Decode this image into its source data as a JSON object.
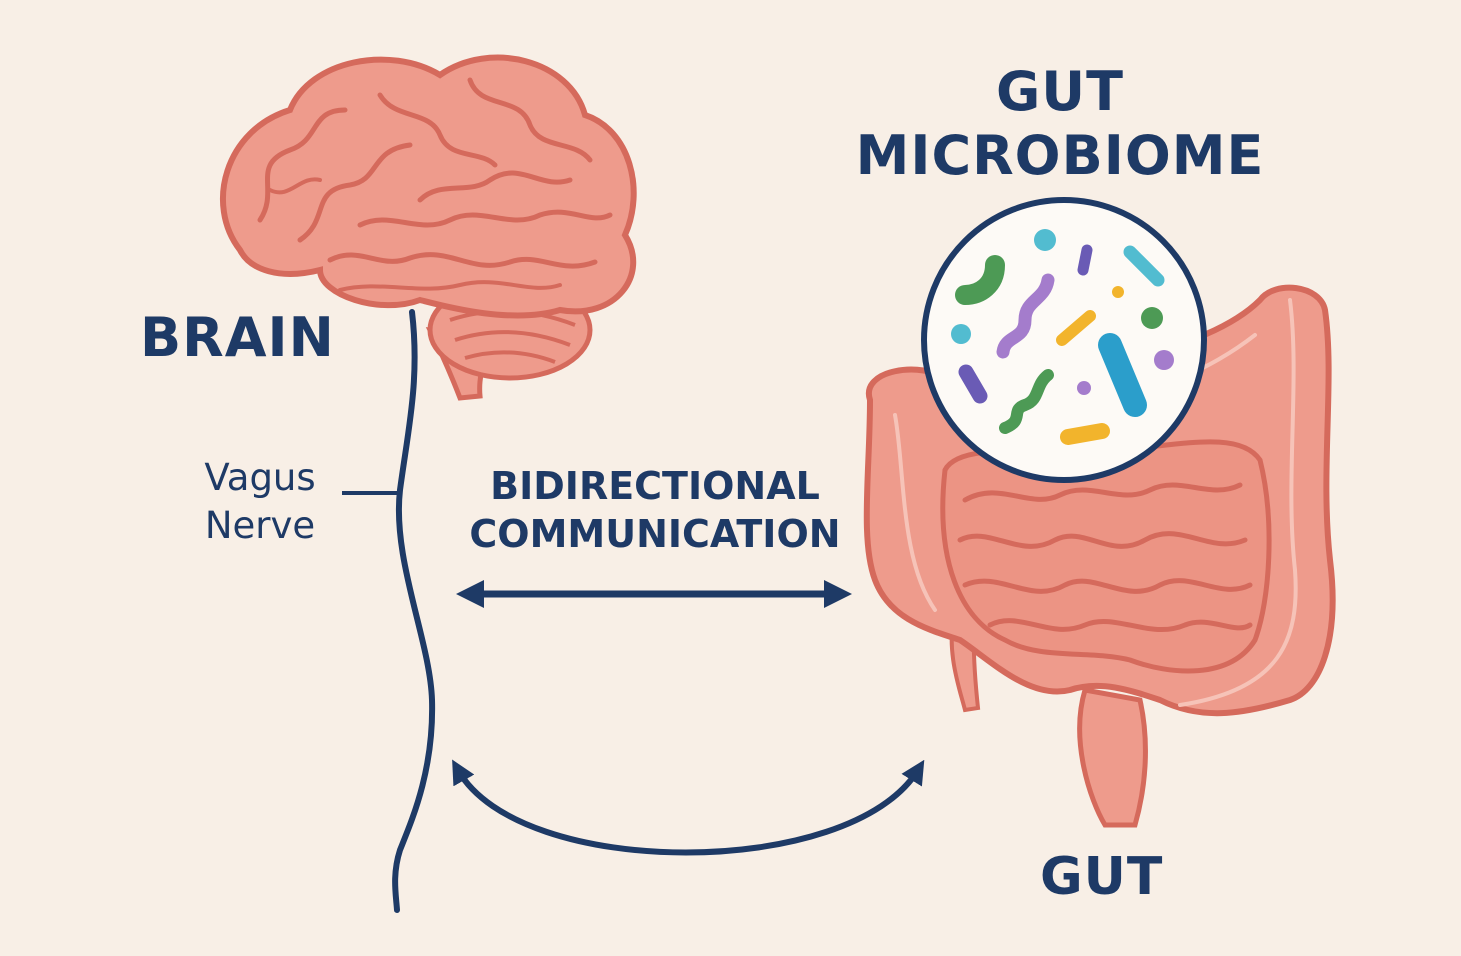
{
  "labels": {
    "brain": "BRAIN",
    "gut_microbiome_line1": "GUT",
    "gut_microbiome_line2": "MICROBIOME",
    "communication_line1": "BIDIRECTIONAL",
    "communication_line2": "COMMUNICATION",
    "vagus_line1": "Vagus",
    "vagus_line2": "Nerve",
    "gut": "GUT"
  },
  "colors": {
    "background": "#f8efe6",
    "organ_fill": "#ee9b8c",
    "organ_outline": "#d56a5c",
    "navy": "#1e3a66",
    "bacteria_green": "#4d9a55",
    "bacteria_purple": "#a47ccc",
    "bacteria_teal": "#52bcd0",
    "bacteria_yellow": "#f2b42c",
    "bacteria_indigo": "#6a5bb5"
  },
  "icons": [
    "brain-illustration",
    "intestines-illustration",
    "microbiome-magnifier",
    "bidirectional-arrow",
    "curved-double-arrow",
    "vagus-nerve-line"
  ]
}
